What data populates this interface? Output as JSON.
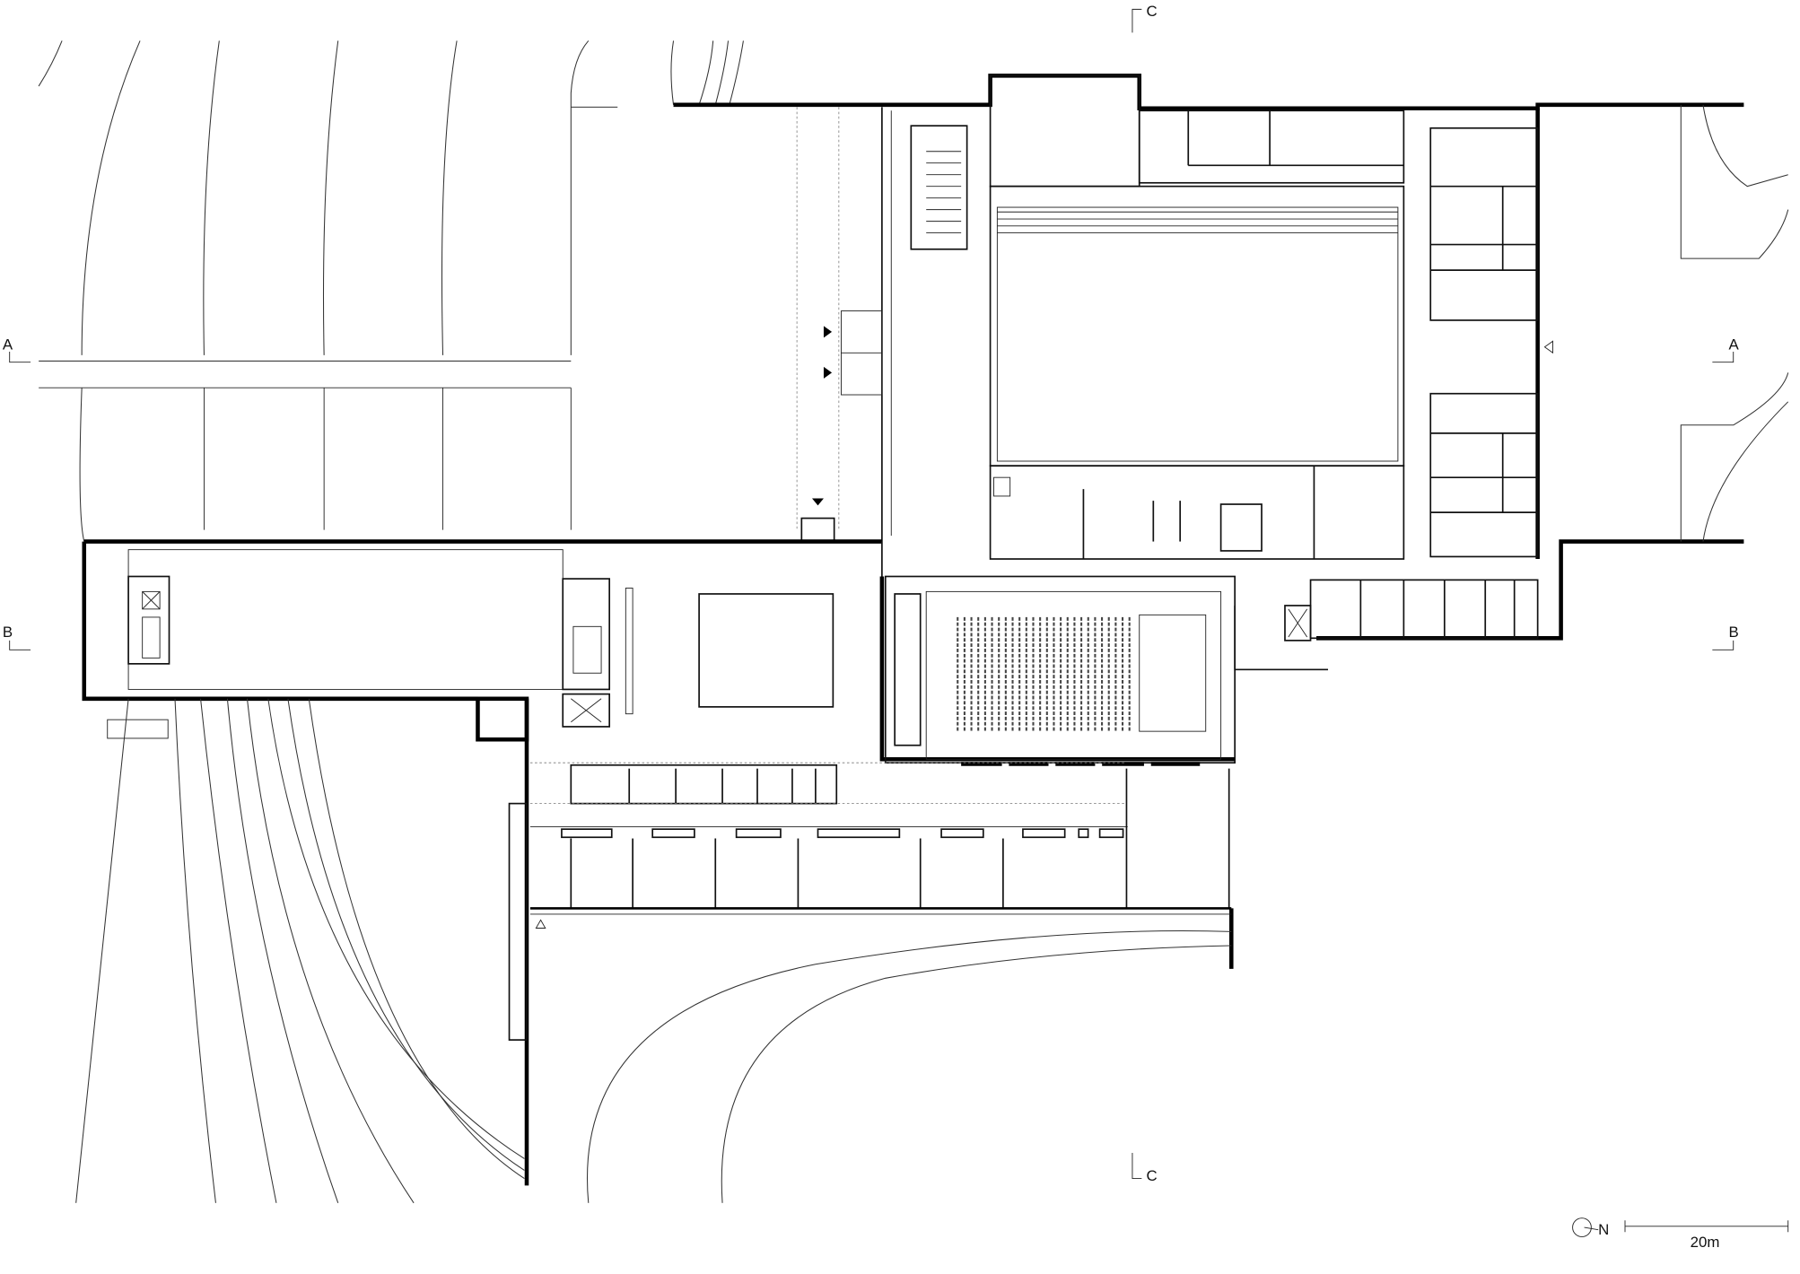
{
  "drawing": {
    "section_markers": {
      "a_left": "A",
      "a_right": "A",
      "b_left": "B",
      "b_right": "B",
      "c_top": "C",
      "c_bottom": "C"
    },
    "north_label": "N",
    "scale_label": "20m"
  },
  "colors": {
    "ink": "#000000",
    "background": "#ffffff"
  }
}
